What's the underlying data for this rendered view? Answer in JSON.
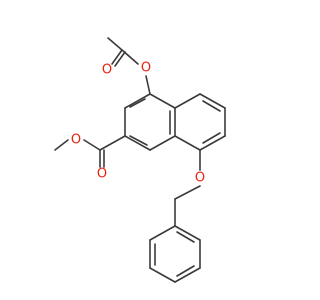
{
  "molecule": {
    "atom_color": "#e8210c",
    "bond_color": "#3a3a3a",
    "oxygen_labels": [
      "O",
      "O",
      "O",
      "O",
      "O"
    ]
  }
}
